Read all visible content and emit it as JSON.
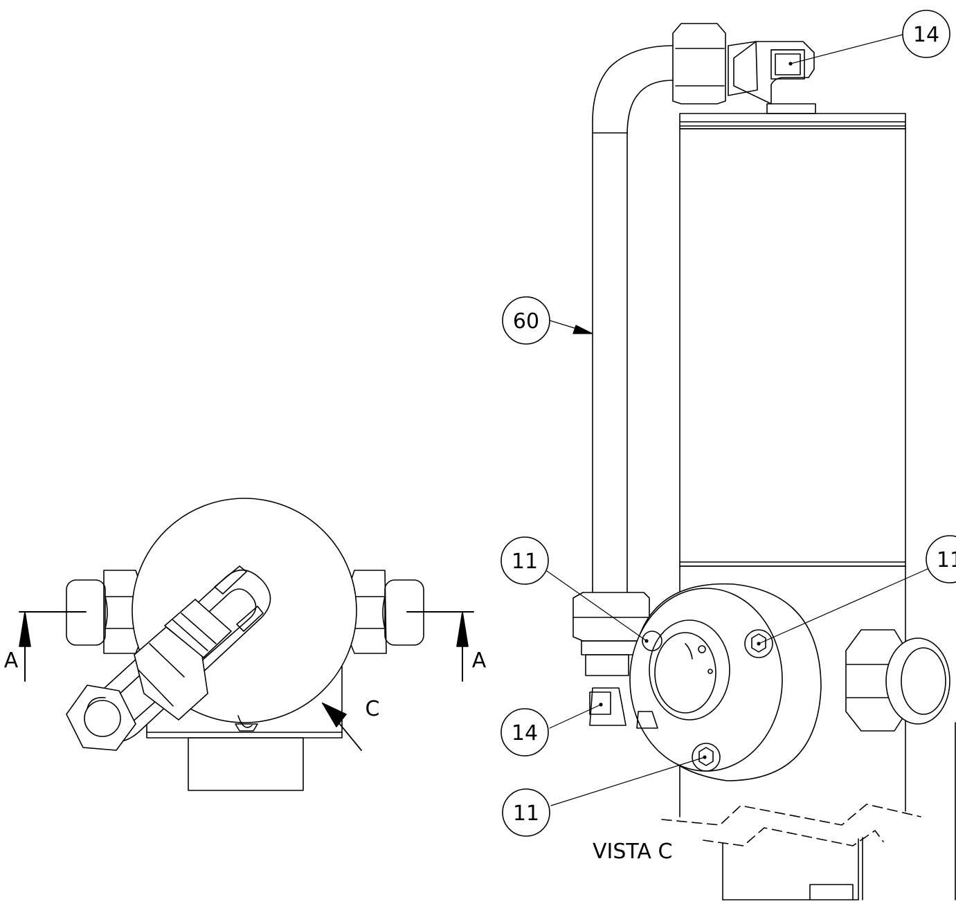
{
  "balloons": [
    {
      "id": "b14-top",
      "label": "14"
    },
    {
      "id": "b60",
      "label": "60"
    },
    {
      "id": "b11-left",
      "label": "11"
    },
    {
      "id": "b11-right",
      "label": "11"
    },
    {
      "id": "b14-bottom",
      "label": "14"
    },
    {
      "id": "b11-bottom",
      "label": "11"
    }
  ],
  "section_labels": {
    "a_left": "A",
    "a_right": "A",
    "view_arrow": "C",
    "view_title": "VISTA C"
  },
  "colors": {
    "line": "#000000",
    "background": "#ffffff"
  }
}
